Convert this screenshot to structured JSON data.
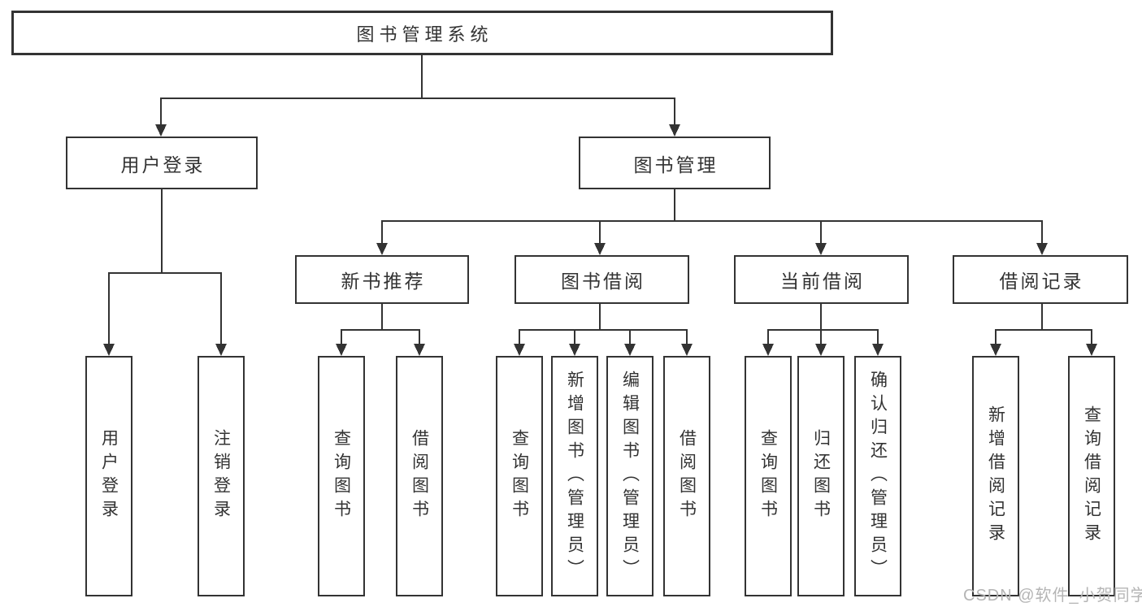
{
  "nodes": {
    "root": "图书管理系统",
    "level2": [
      "用户登录",
      "图书管理"
    ],
    "level3": [
      "新书推荐",
      "图书借阅",
      "当前借阅",
      "借阅记录"
    ],
    "leaves": [
      "用户登录",
      "注销登录",
      "查询图书",
      "借阅图书",
      "查询图书",
      "新增图书（管理员）",
      "编辑图书（管理员）",
      "借阅图书",
      "查询图书",
      "归还图书",
      "确认归还（管理员）",
      "新增借阅记录",
      "查询借阅记录"
    ]
  },
  "watermark": "CSDN @软件_小贺同学",
  "colors": {
    "line": "#333333",
    "box_border": "#333333",
    "text": "#333333",
    "watermark": "#b5b5b5",
    "background": "#ffffff"
  }
}
